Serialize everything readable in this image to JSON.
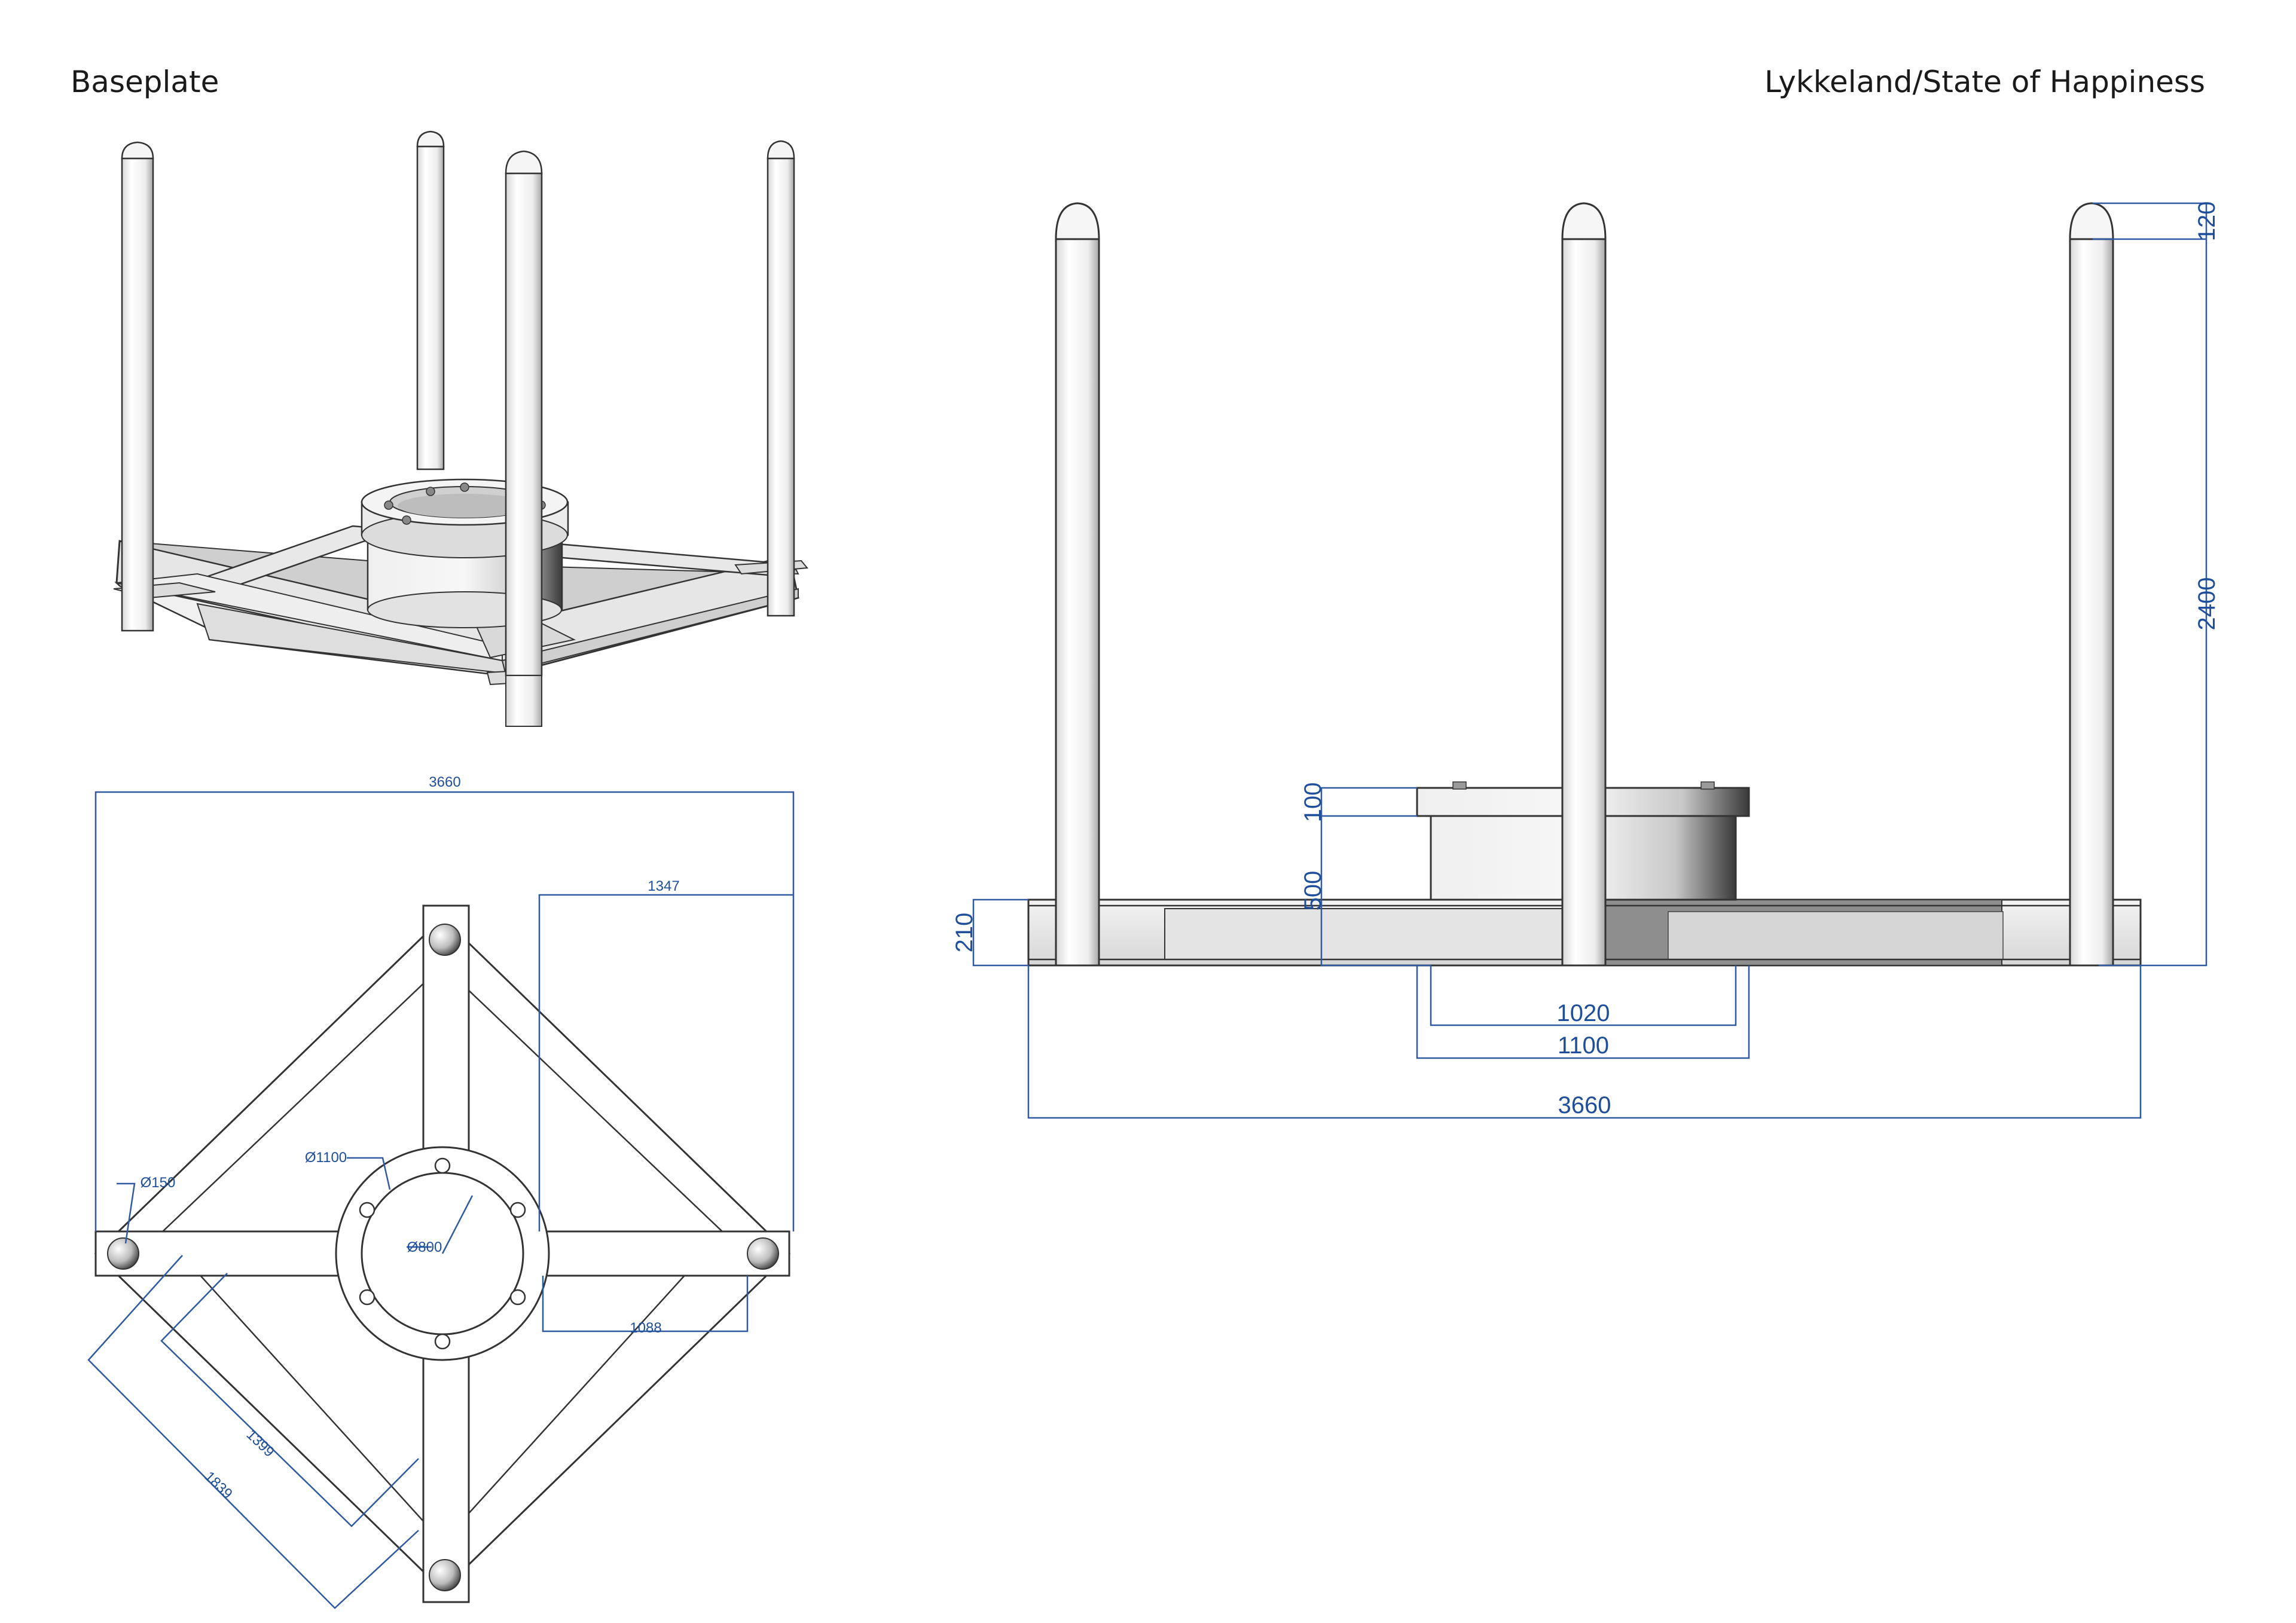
{
  "title_left": "Baseplate",
  "title_right": "Lykkeland/State of Happiness",
  "plan_dims": {
    "overall": "3660",
    "to_post": "1347",
    "ring_outer": "Ø1100",
    "post_dia": "Ø150",
    "ring_inner": "Ø800",
    "post_offset": "1088",
    "diag_inner": "1399",
    "diag_outer": "1839"
  },
  "elev_dims": {
    "post_cap": "120",
    "post_height": "2400",
    "drum_lid": "100",
    "drum_height": "500",
    "base_height": "210",
    "drum_inner_width": "1020",
    "drum_outer_width": "1100",
    "overall_width": "3660"
  },
  "colors": {
    "dimension": "#2f5aa0",
    "edge": "#333333"
  }
}
